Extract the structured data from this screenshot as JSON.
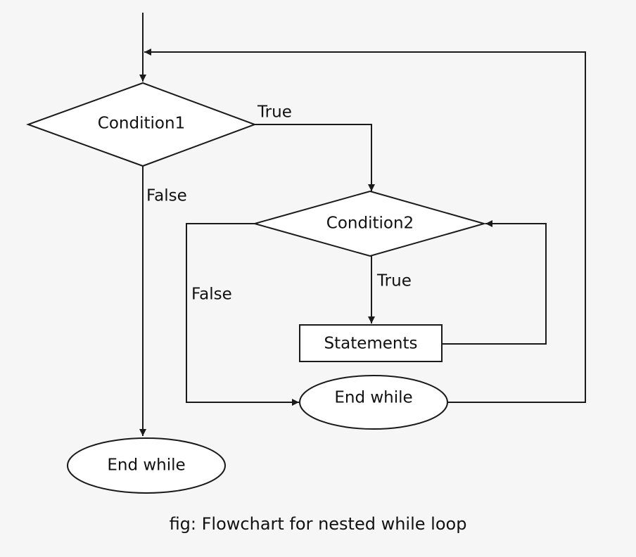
{
  "diagram": {
    "nodes": {
      "condition1": "Condition1",
      "condition2": "Condition2",
      "statements": "Statements",
      "inner_end": "End while",
      "outer_end": "End while"
    },
    "edges": {
      "condition1_true": "True",
      "condition1_false": "False",
      "condition2_true": "True",
      "condition2_false": "False"
    },
    "caption": "fig: Flowchart for nested while loop"
  }
}
